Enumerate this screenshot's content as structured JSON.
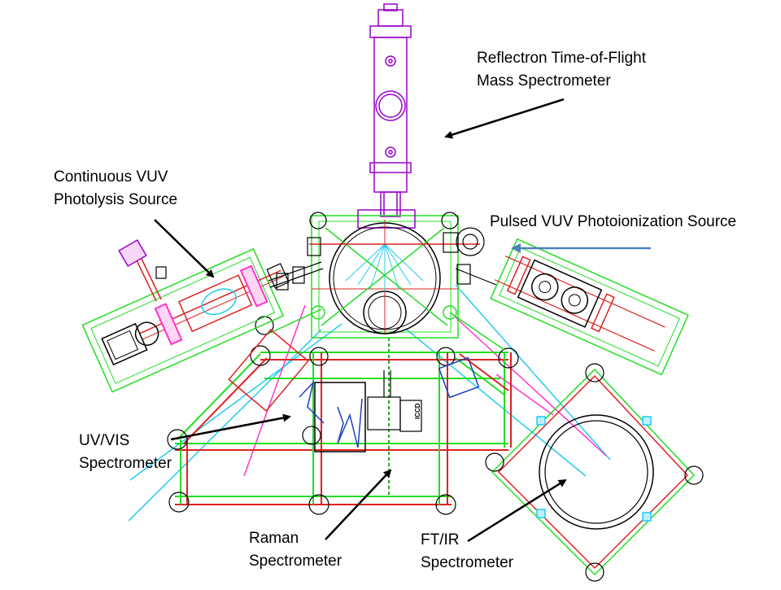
{
  "labels": {
    "tof": {
      "line1": "Reflectron Time-of-Flight",
      "line2": "Mass Spectrometer"
    },
    "continuous_vuv": {
      "line1": "Continuous VUV",
      "line2": "Photolysis Source"
    },
    "pulsed_vuv": {
      "line1": "Pulsed VUV Photoionization Source"
    },
    "uvvis": {
      "line1": "UV/VIS",
      "line2": "Spectrometer"
    },
    "raman": {
      "line1": "Raman",
      "line2": "Spectrometer"
    },
    "ftir": {
      "line1": "FT/IR",
      "line2": "Spectrometer"
    }
  },
  "detector_label": "ICCD",
  "colors": {
    "frame_green": "#22dd22",
    "frame_red": "#dd2222",
    "mass_spec_purple": "#9900cc",
    "laser_cyan": "#22ccee",
    "beam_magenta": "#ff33cc",
    "arrow_blue": "#4f81bd",
    "outline_black": "#000000"
  }
}
